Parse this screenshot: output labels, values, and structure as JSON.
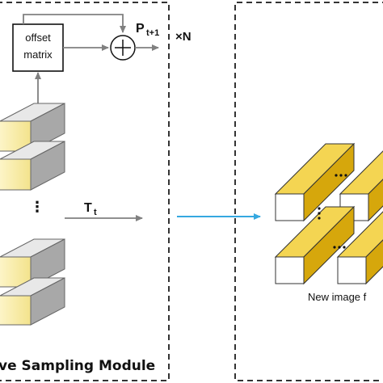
{
  "labels": {
    "offset_line1": "offset",
    "offset_line2": "matrix",
    "p_main": "P",
    "p_sub": "t+1",
    "times_n": "×N",
    "t_main": "T",
    "t_sub": "t",
    "dots": "⋮",
    "module_title": "ve Sampling Module",
    "new_image": "New image f"
  },
  "colors": {
    "yellow_face": "#fff6c2",
    "gray_top": "#e8e8e8",
    "gray_side": "#a8a8a8",
    "gold_top": "#f4d552",
    "gold_side": "#d6a70c",
    "arrow_gray": "#808080",
    "arrow_blue": "#35a8e0",
    "dash_border": "#333333"
  }
}
